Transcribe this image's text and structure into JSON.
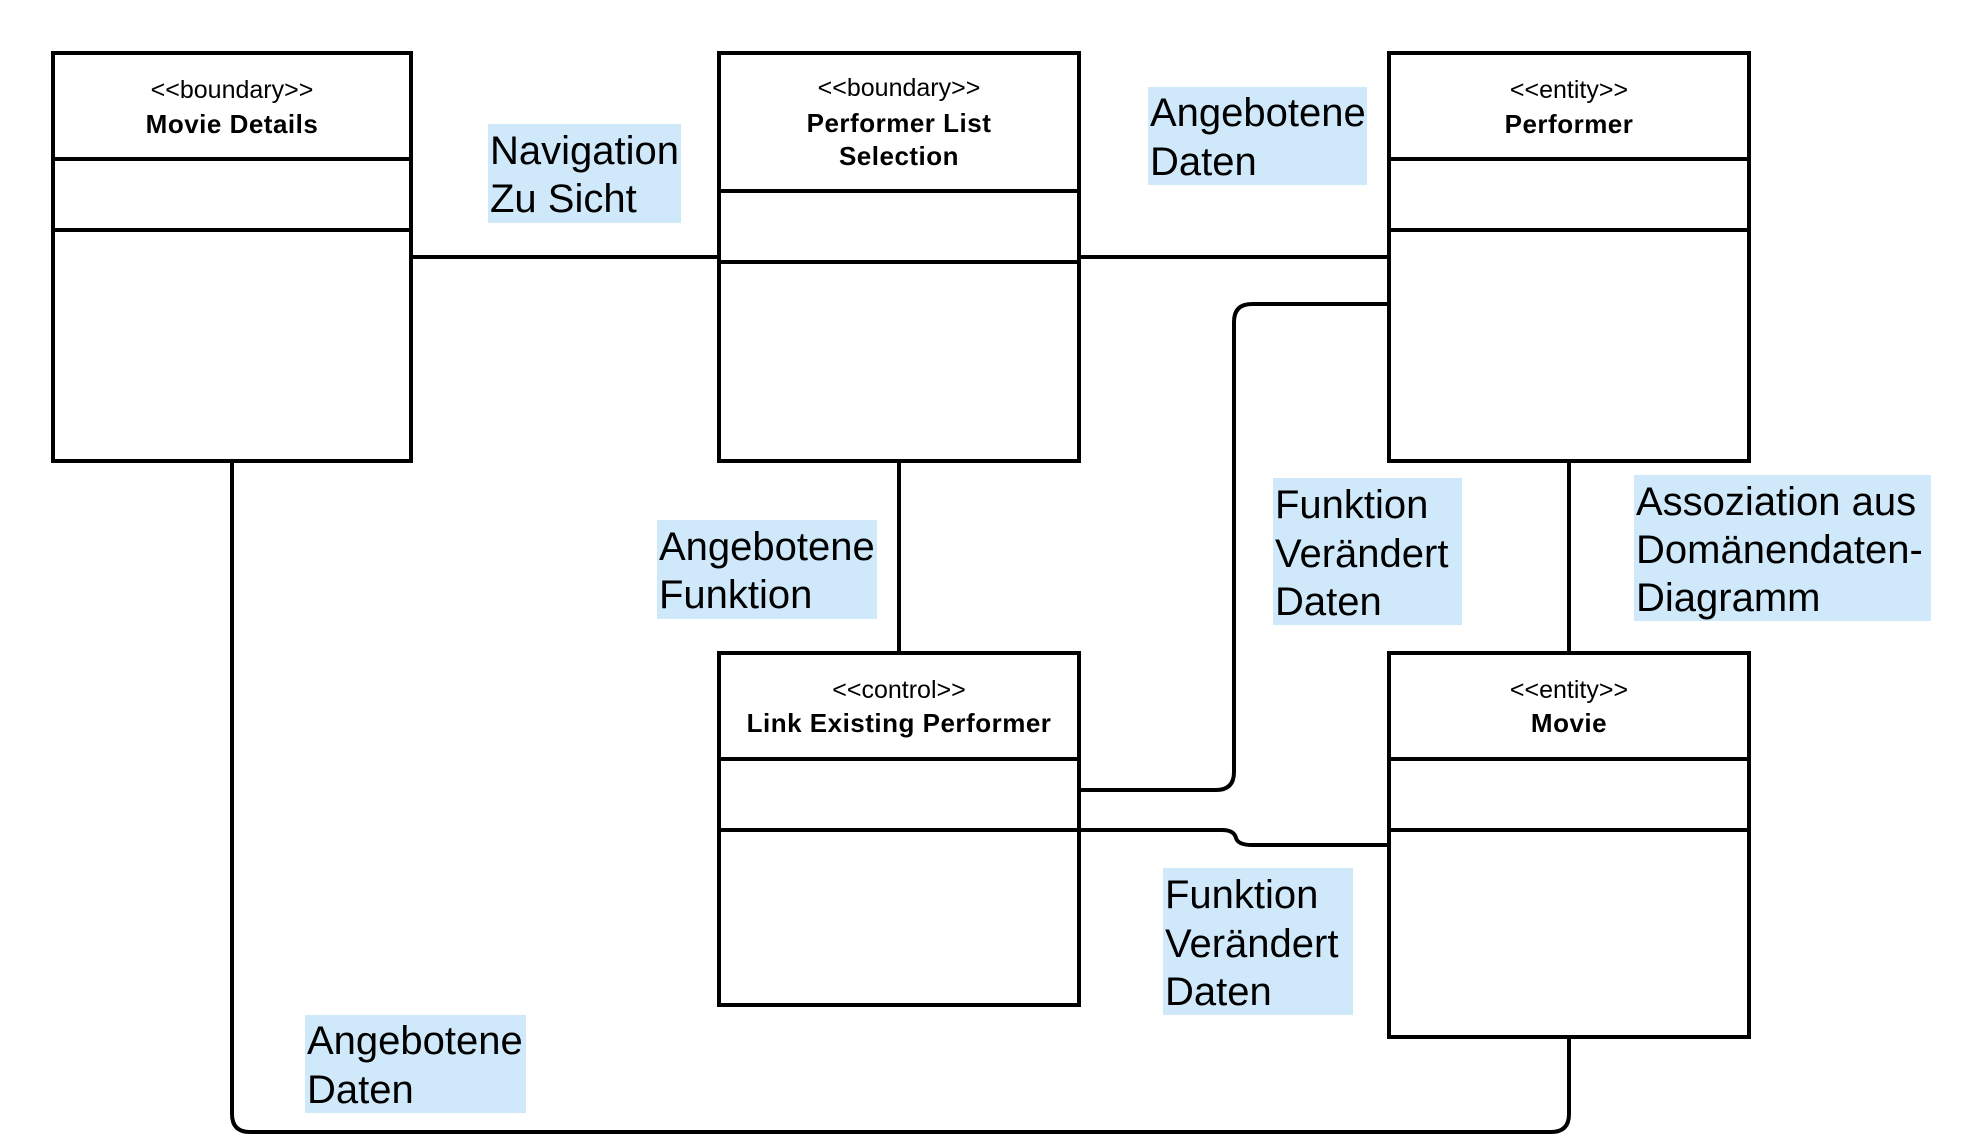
{
  "classes": {
    "movie_details": {
      "stereotype": "<<boundary>>",
      "name": "Movie Details"
    },
    "performer_list_selection": {
      "stereotype": "<<boundary>>",
      "name_line1": "Performer List",
      "name_line2": "Selection"
    },
    "performer": {
      "stereotype": "<<entity>>",
      "name": "Performer"
    },
    "link_existing_performer": {
      "stereotype": "<<control>>",
      "name": "Link Existing Performer"
    },
    "movie": {
      "stereotype": "<<entity>>",
      "name": "Movie"
    }
  },
  "notes": {
    "navigation": {
      "line1": "Navigation",
      "line2": "Zu Sicht"
    },
    "angebotene_daten_top": {
      "line1": "Angebotene",
      "line2": "Daten"
    },
    "angebotene_funktion": {
      "line1": "Angebotene",
      "line2": "Funktion"
    },
    "funktion_veraendert_1": {
      "line1": "Funktion",
      "line2": "Verändert",
      "line3": "Daten"
    },
    "assoziation": {
      "line1": "Assoziation aus",
      "line2": "Domänendaten-",
      "line3": "Diagramm"
    },
    "funktion_veraendert_2": {
      "line1": "Funktion",
      "line2": "Verändert",
      "line3": "Daten"
    },
    "angebotene_daten_bottom": {
      "line1": "Angebotene",
      "line2": "Daten"
    }
  },
  "colors": {
    "note_background": "#cfe9fb",
    "line": "#000000"
  }
}
